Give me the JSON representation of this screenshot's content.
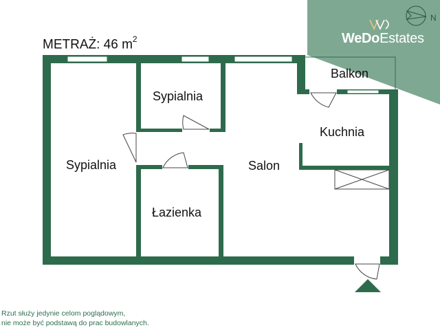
{
  "plan": {
    "area_label": "METRAŻ: 46 m",
    "area_exponent": "2",
    "rooms": {
      "bedroom_large": "Sypialnia",
      "bedroom_small": "Sypialnia",
      "bathroom": "Łazienka",
      "living_room": "Salon",
      "kitchen": "Kuchnia",
      "balcony": "Balkon"
    }
  },
  "brand": {
    "name_bold": "WeDo",
    "name_light": "Estates",
    "logo_icon": "wedo-logo-icon",
    "compass_icon": "compass-icon",
    "compass_letter": "N"
  },
  "disclaimer": {
    "line1": "Rzut służy jedynie celom poglądowym,",
    "line2": "nie może być podstawą do prac budowlanych."
  },
  "colors": {
    "wall": "#2e6b4d",
    "brand_panel": "#7fa893",
    "text": "#111111"
  }
}
